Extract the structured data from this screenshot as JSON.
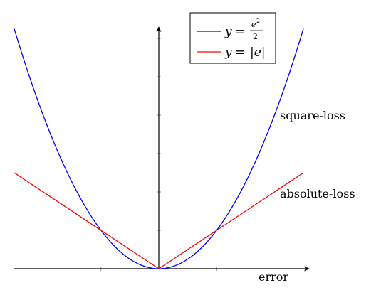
{
  "chart_data": {
    "type": "line",
    "title": "",
    "xlabel": "error",
    "ylabel": "",
    "xlim": [
      -5,
      5
    ],
    "ylim": [
      0,
      12.5
    ],
    "x_ticks": [
      -4,
      -2,
      2
    ],
    "y_ticks": [
      2,
      4,
      6,
      8,
      10,
      12
    ],
    "grid": false,
    "legend": "top-right",
    "series": [
      {
        "name": "y = e^2/2",
        "legend_lhs": "y",
        "legend_rhs_num": "e",
        "legend_rhs_exp": "2",
        "legend_rhs_den": "2",
        "function": "square",
        "label": "square-loss",
        "color": "#0000ff",
        "x": [
          -5,
          -4,
          -3,
          -2,
          -1,
          0,
          1,
          2,
          3,
          4,
          5
        ],
        "y": [
          12.5,
          8,
          4.5,
          2,
          0.5,
          0,
          0.5,
          2,
          4.5,
          8,
          12.5
        ]
      },
      {
        "name": "y = |e|",
        "legend_lhs": "y",
        "legend_rhs": "|e|",
        "function": "abs",
        "label": "absolute-loss",
        "color": "#ff0000",
        "x": [
          -5,
          0,
          5
        ],
        "y": [
          5,
          0,
          5
        ]
      }
    ]
  }
}
